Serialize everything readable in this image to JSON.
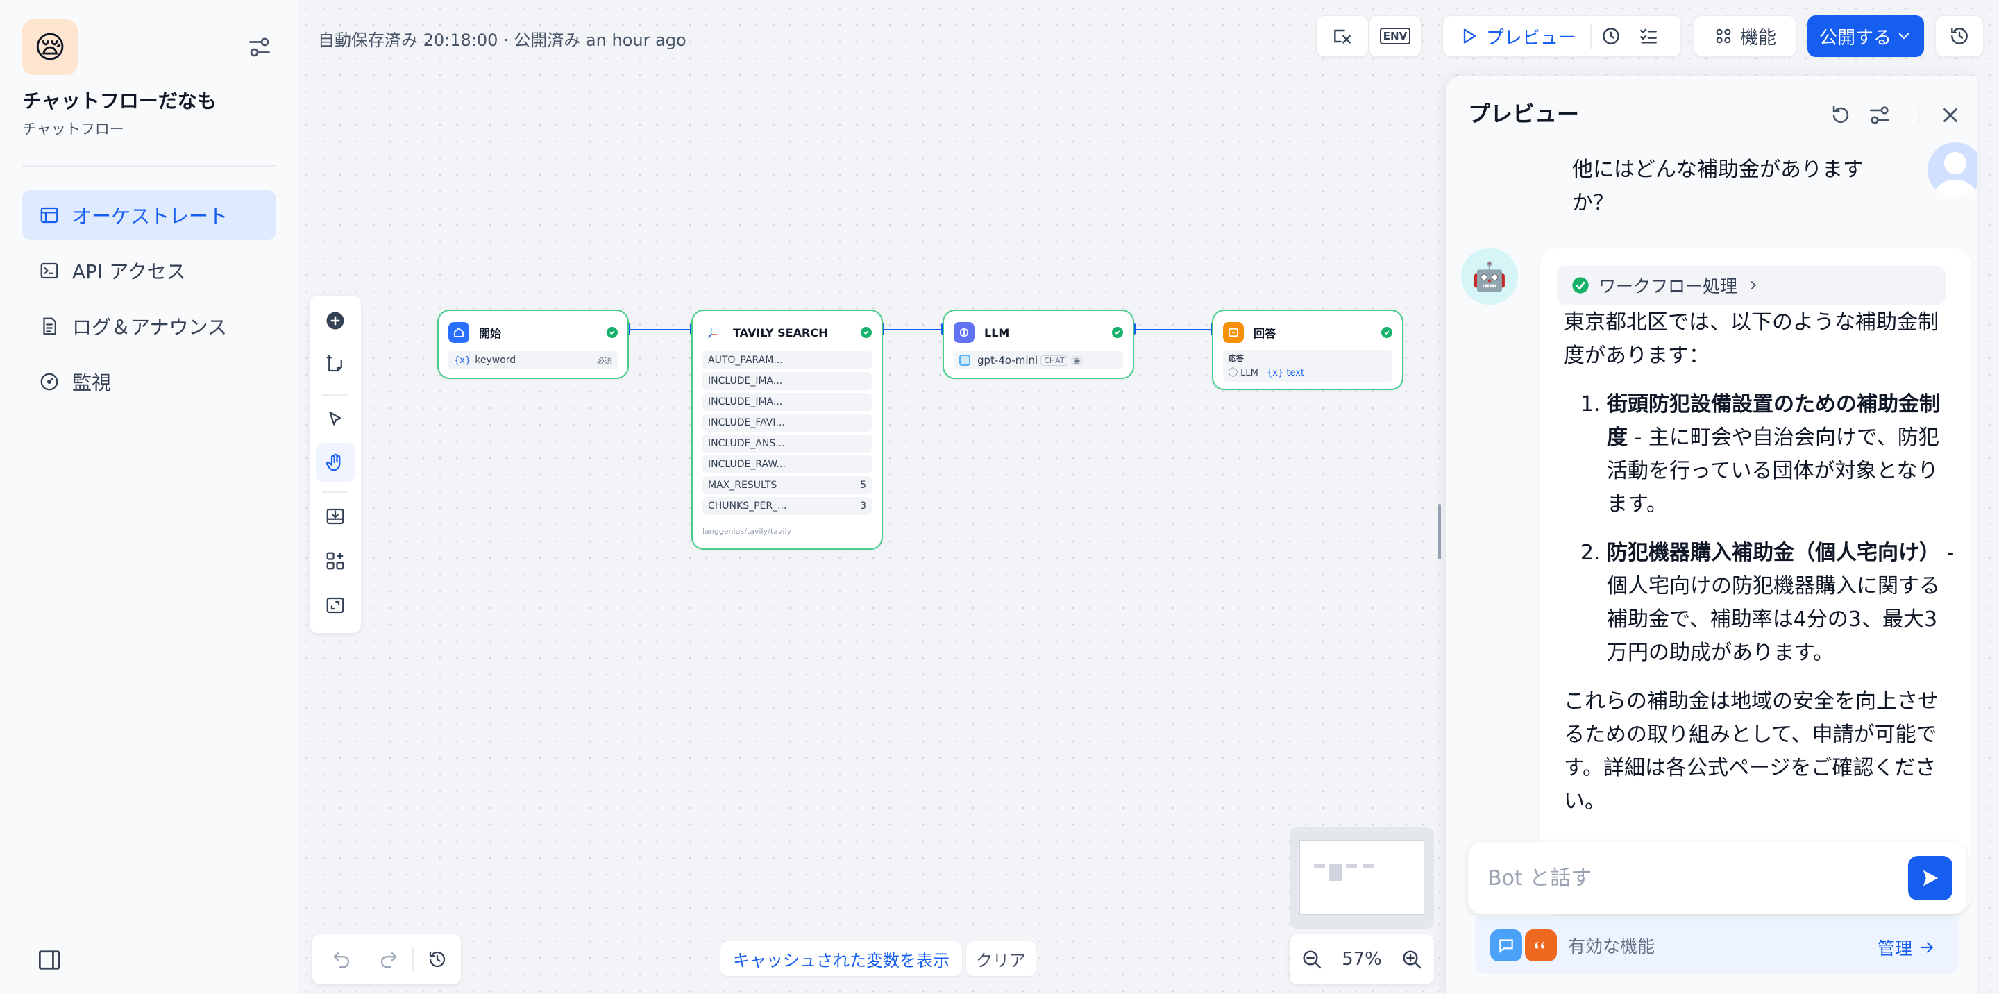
{
  "app": {
    "emoji": "😪",
    "name": "チャットフローだなも",
    "mode": "チャットフロー"
  },
  "nav": [
    {
      "label": "オーケストレート",
      "icon": "orchestrate-icon",
      "active": true
    },
    {
      "label": "API アクセス",
      "icon": "terminal-icon",
      "active": false
    },
    {
      "label": "ログ＆アナウンス",
      "icon": "log-icon",
      "active": false
    },
    {
      "label": "監視",
      "icon": "monitor-icon",
      "active": false
    }
  ],
  "header": {
    "autosave": "自動保存済み 20:18:00 · 公開済み an hour ago",
    "env_label": "ENV",
    "preview_label": "プレビュー",
    "features_label": "機能",
    "publish_label": "公開する"
  },
  "nodes": {
    "start": {
      "title": "開始",
      "var_badge": "{x}",
      "variable": "keyword",
      "required": "必須"
    },
    "tavily": {
      "title": "TAVILY SEARCH",
      "params": [
        {
          "name": "AUTO_PARAM...",
          "value": ""
        },
        {
          "name": "INCLUDE_IMA...",
          "value": ""
        },
        {
          "name": "INCLUDE_IMA...",
          "value": ""
        },
        {
          "name": "INCLUDE_FAVI...",
          "value": ""
        },
        {
          "name": "INCLUDE_ANS...",
          "value": ""
        },
        {
          "name": "INCLUDE_RAW...",
          "value": ""
        },
        {
          "name": "MAX_RESULTS",
          "value": "5"
        },
        {
          "name": "CHUNKS_PER_...",
          "value": "3"
        }
      ],
      "provider": "langgenius/tavily/tavily"
    },
    "llm": {
      "title": "LLM",
      "model": "gpt-4o-mini",
      "mode_chip": "CHAT"
    },
    "answer": {
      "title": "回答",
      "label": "応答",
      "source": "LLM",
      "var_badge": "{x}",
      "var": "text"
    }
  },
  "canvas_controls": {
    "cache_label": "キャッシュされた変数を表示",
    "clear_label": "クリア",
    "zoom": "57%"
  },
  "preview": {
    "title": "プレビュー",
    "user_message": "他にはどんな補助金がありますか？",
    "workflow_chip": "ワークフロー処理",
    "bot": {
      "intro": "東京都北区では、以下のような補助金制度があります：",
      "items": [
        {
          "title": "街頭防犯設備設置のための補助金制度",
          "body": " - 主に町会や自治会向けで、防犯活動を行っている団体が対象となります。"
        },
        {
          "title": "防犯機器購入補助金（個人宅向け）",
          "body": " - 個人宅向けの防犯機器購入に関する補助金で、補助率は4分の3、最大3万円の助成があります。"
        }
      ],
      "outro": "これらの補助金は地域の安全を向上させるための取り組みとして、申請が可能です。詳細は各公式ページをご確認ください。"
    },
    "input_placeholder": "Bot と話す",
    "features_text": "有効な機能",
    "manage_label": "管理"
  },
  "colors": {
    "accent": "#155eef",
    "node_border": "#47cd89",
    "success": "#17b26a"
  }
}
